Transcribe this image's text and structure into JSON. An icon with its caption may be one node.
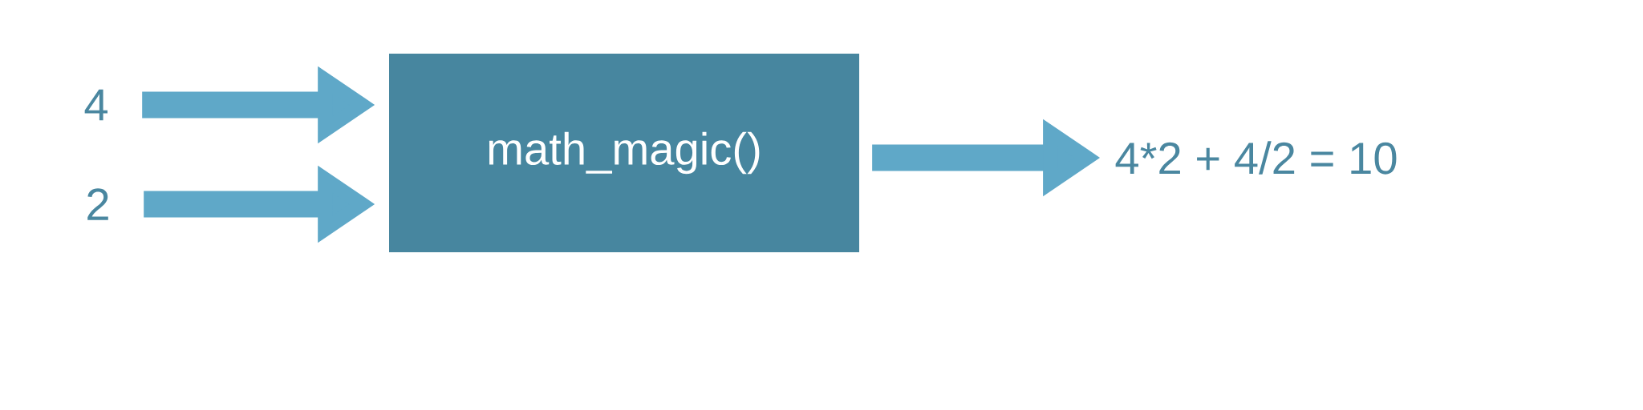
{
  "diagram": {
    "nodes": [
      {
        "text": [
          "4"
        ]
      },
      {
        "text": [
          "2"
        ]
      },
      {
        "text": [
          "math_magic()"
        ]
      },
      {
        "text": [
          "4*2 + 4/2 = 10"
        ]
      }
    ],
    "edges": [
      {
        "from": 0,
        "to": 2,
        "arrow": "to"
      },
      {
        "from": 1,
        "to": 2,
        "arrow": "to"
      },
      {
        "from": 2,
        "to": 3,
        "arrow": "to"
      }
    ]
  }
}
